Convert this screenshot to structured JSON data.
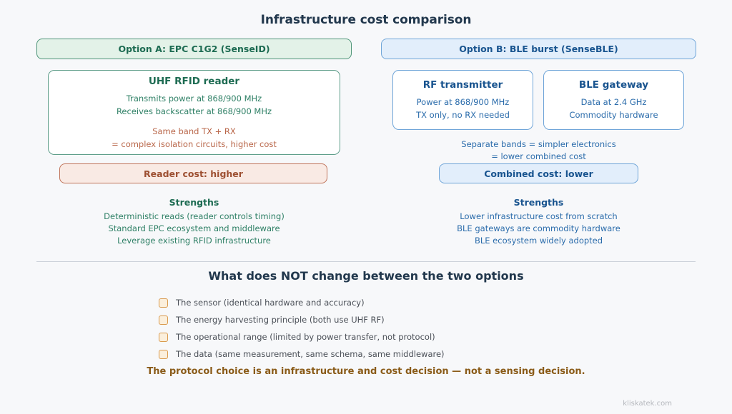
{
  "page": {
    "title": "Infrastructure cost comparison",
    "watermark": "kliskatek.com"
  },
  "colors": {
    "background": "#f7f8fa",
    "title": "#22384d",
    "green_accent": "#1d6b52",
    "green_border": "#5f9e8a",
    "green_fill": "#e3f2e8",
    "blue_accent": "#18548f",
    "blue_border": "#6fa5d8",
    "blue_fill": "#e2eefb",
    "red_accent": "#9d4f31",
    "red_border": "#c0745a",
    "red_fill": "#f9eae4",
    "checkbox_border": "#d99a4e",
    "checkbox_fill": "#fbefdc",
    "conclusion": "#8a5b18",
    "divider": "#ccd1d9"
  },
  "options": {
    "left": {
      "header": "Option A: EPC C1G2 (SenseID)",
      "box": {
        "title": "UHF RFID reader",
        "lines": [
          "Transmits power at 868/900 MHz",
          "Receives backscatter at 868/900 MHz"
        ],
        "warning_lines": [
          "Same band TX + RX",
          "= complex isolation circuits, higher cost"
        ]
      },
      "cost_pill": "Reader cost: higher",
      "strengths": {
        "title": "Strengths",
        "items": [
          "Deterministic reads (reader controls timing)",
          "Standard EPC ecosystem and middleware",
          "Leverage existing RFID infrastructure"
        ]
      }
    },
    "right": {
      "header": "Option B: BLE burst (SenseBLE)",
      "boxes": [
        {
          "title": "RF transmitter",
          "lines": [
            "Power at 868/900 MHz",
            "TX only, no RX needed"
          ]
        },
        {
          "title": "BLE gateway",
          "lines": [
            "Data at 2.4 GHz",
            "Commodity hardware"
          ]
        }
      ],
      "note_lines": [
        "Separate bands = simpler electronics",
        "= lower combined cost"
      ],
      "cost_pill": "Combined cost: lower",
      "strengths": {
        "title": "Strengths",
        "items": [
          "Lower infrastructure cost from scratch",
          "BLE gateways are commodity hardware",
          "BLE ecosystem widely adopted"
        ]
      }
    }
  },
  "bottom": {
    "title": "What does NOT change between the two options",
    "items": [
      "The sensor (identical hardware and accuracy)",
      "The energy harvesting principle (both use UHF RF)",
      "The operational range (limited by power transfer, not protocol)",
      "The data (same measurement, same schema, same middleware)"
    ],
    "conclusion": "The protocol choice is an infrastructure and cost decision — not a sensing decision."
  }
}
